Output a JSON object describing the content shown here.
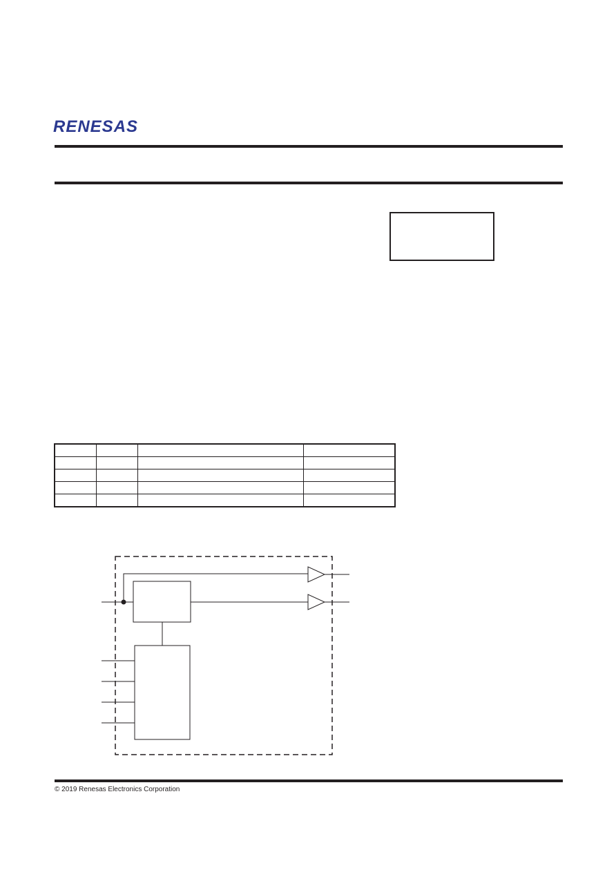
{
  "header": {
    "logo_text": "RENESAS",
    "brand_color": "#2b3990"
  },
  "footer": {
    "copyright": "© 2019 Renesas Electronics Corporation"
  },
  "table": {
    "rows": 5,
    "columns": 4
  }
}
